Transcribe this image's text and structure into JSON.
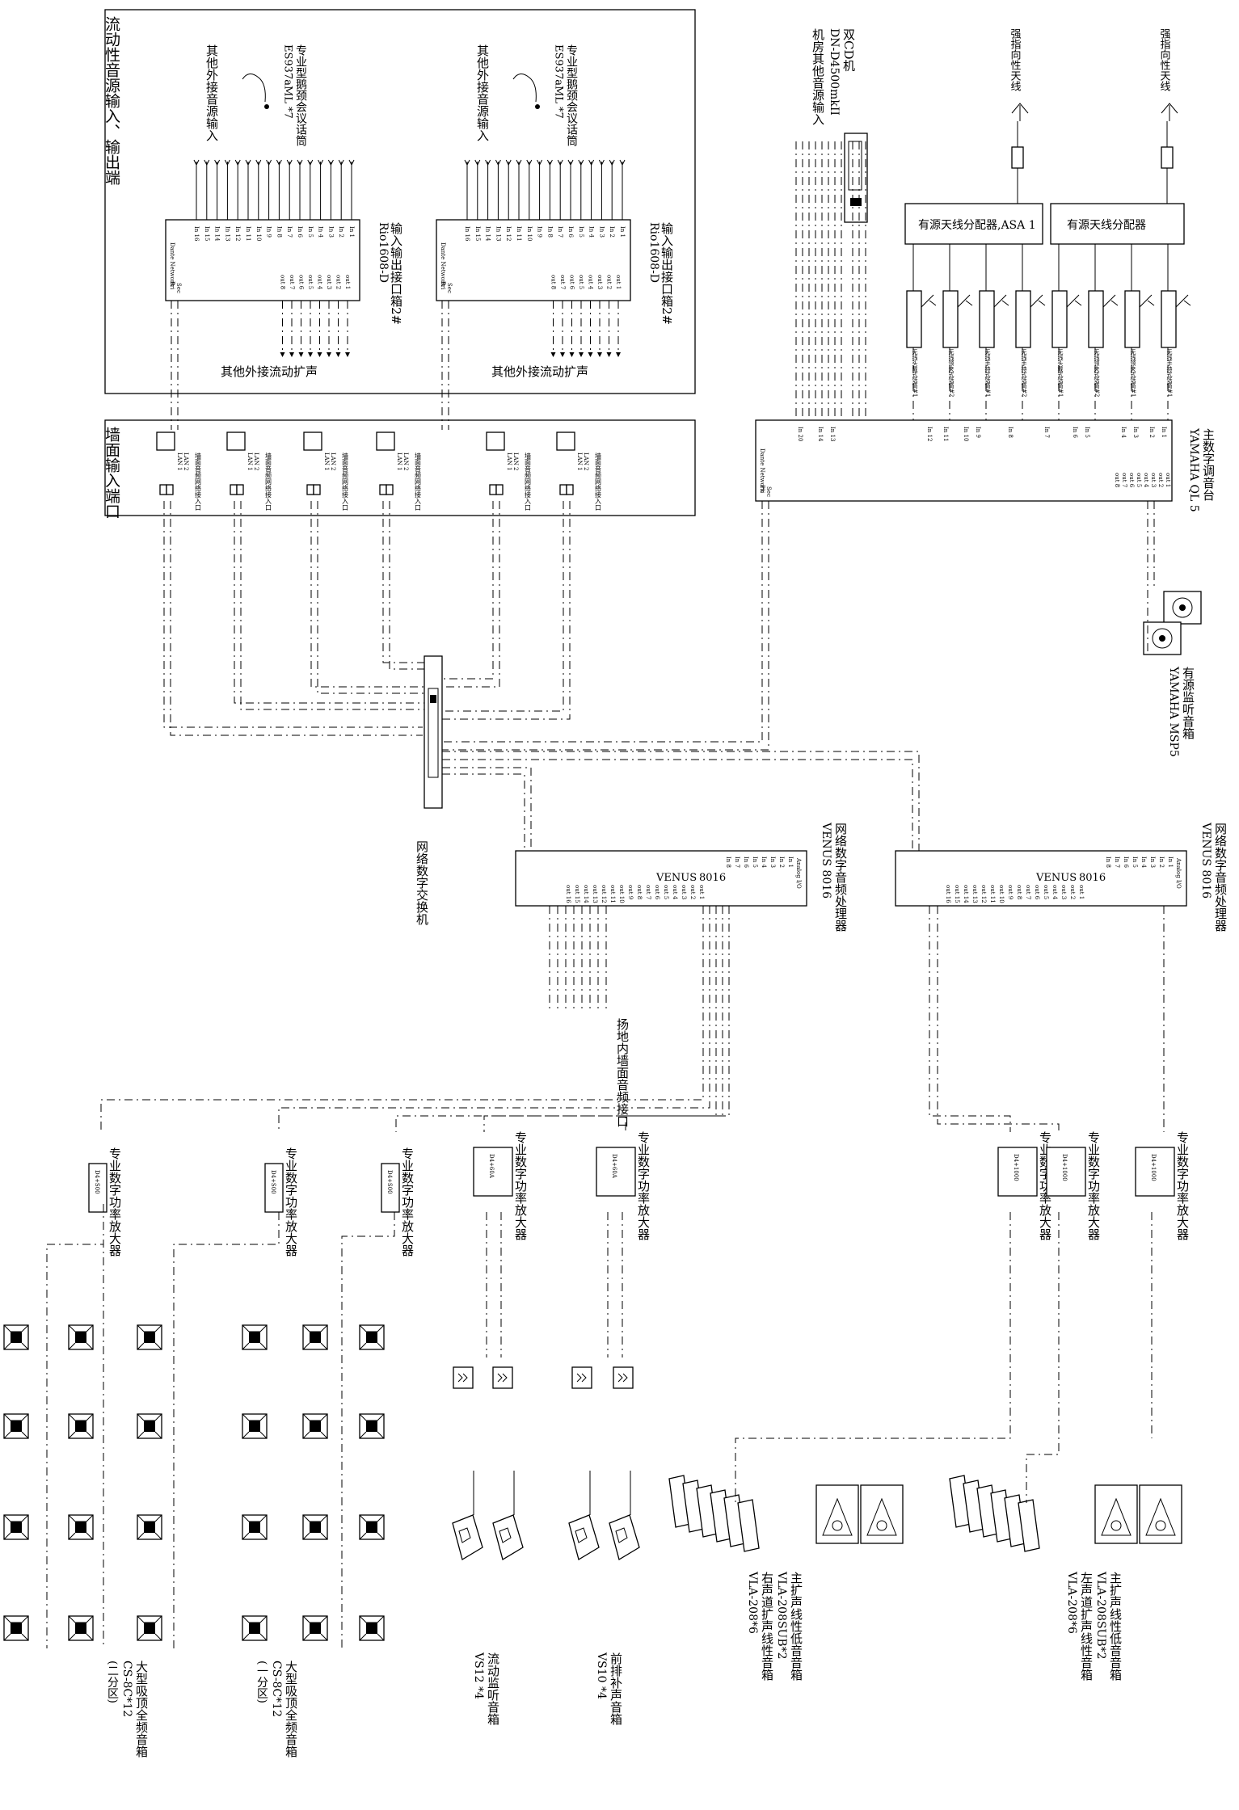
{
  "zones": {
    "mobile": "流动性音源输入、输出端",
    "wall": "墙面输入端口"
  },
  "rio": {
    "title": "输入输出接口箱2#",
    "model": "Rio1608-D",
    "feed": "其他外接流动扩声",
    "extra_in": "其他外接音源输入",
    "mic": "专业型鹅颈会议话筒",
    "mic_model": "ES937aML *7",
    "net": "Dante Network",
    "pri": "Pri",
    "sec": "Sec",
    "in_labels": [
      "In 1",
      "In 2",
      "In 3",
      "In 4",
      "In 5",
      "In 6",
      "In 7",
      "In 8",
      "In 9",
      "In 10",
      "In 11",
      "In 12",
      "In 13",
      "In 14",
      "In 15",
      "In 16"
    ],
    "out_labels": [
      "out 1",
      "out 2",
      "out 3",
      "out 4",
      "out 5",
      "out 6",
      "out 7",
      "out 8"
    ]
  },
  "wall_plate": {
    "label": "墙面音频网络接入口",
    "lan1": "LAN 1",
    "lan2": "LAN 2"
  },
  "cd": {
    "title": "双CD机",
    "model": "DN-D4500mkII",
    "other": "机房其他音源输入"
  },
  "antenna": {
    "label": "强指向性天线",
    "splitter1": "有源天线分配器,ASA 1",
    "splitter2": "有源天线分配器"
  },
  "wireless": {
    "labels": [
      "无线手持式话筒#2",
      "无线手持式话筒#1",
      "无线领夹式话筒#2",
      "无线头戴式话筒#1",
      "无线手持式话筒#1",
      "无线领夹式话筒#1",
      "无线领夹式话筒#2",
      "无线头戴式话筒#1"
    ]
  },
  "console": {
    "title": "主数字调音台",
    "model": "YAMAHA QL 5",
    "in_labels": [
      "In 1",
      "In 2",
      "In 3",
      "In 4",
      "In 5",
      "In 6",
      "In 7",
      "In 8",
      "In 9",
      "In 10",
      "In 11",
      "In 12",
      "In 13",
      "In 14",
      "In 20"
    ],
    "out_labels": [
      "out 1",
      "out 2",
      "out 3",
      "out 4",
      "out 5",
      "out 6",
      "out 7",
      "out 8"
    ]
  },
  "monitor": {
    "label": "有源监听音箱",
    "model": "YAMAHA MSP5"
  },
  "switch": {
    "label": "网络数字交换机"
  },
  "processor": {
    "label": "网络数字音频处理器",
    "model": "VENUS 8016",
    "brand": "VENUS",
    "num": "8016",
    "analog": "Analog I/O",
    "out_labels": [
      "out 1",
      "out 2",
      "out 3",
      "out 4",
      "out 5",
      "out 6",
      "out 7",
      "out 8",
      "out 9",
      "out 10",
      "out 11",
      "out 12",
      "out 13",
      "out 14",
      "out 15",
      "out 16"
    ],
    "in_labels": [
      "In 1",
      "In 2",
      "In 3",
      "In 4",
      "In 5",
      "In 6",
      "In 7",
      "In 8"
    ],
    "feed": "扬地内墙面音频接口"
  },
  "amp": {
    "label": "专业数字功率放大器",
    "models": [
      "D4+S00",
      "D4+S00",
      "D4+S00",
      "D4+60A",
      "D4+60A",
      "D4+1000",
      "D4+1000",
      "D4+1000"
    ]
  },
  "speakers": {
    "ceiling_label": "大型吸顶全频音箱",
    "ceiling_model": "CS-8C*12",
    "ceiling_zone1": "(一分区)",
    "ceiling_zone2": "(二分区)",
    "monitor_label": "流动监听音箱",
    "monitor_model": "VS12 *4",
    "front_label": "前排补声音箱",
    "front_model": "VS10 *4",
    "right_label": "主扩声线性低音音箱",
    "right_sub": "VLA-208SUB*2",
    "right_arr": "右声道扩声线性音箱",
    "right_model": "VLA-208*6",
    "left_label": "主扩声线性低音音箱",
    "left_sub": "VLA-208SUB*2",
    "left_arr": "左声道扩声线性音箱",
    "left_model": "VLA-208*6"
  }
}
